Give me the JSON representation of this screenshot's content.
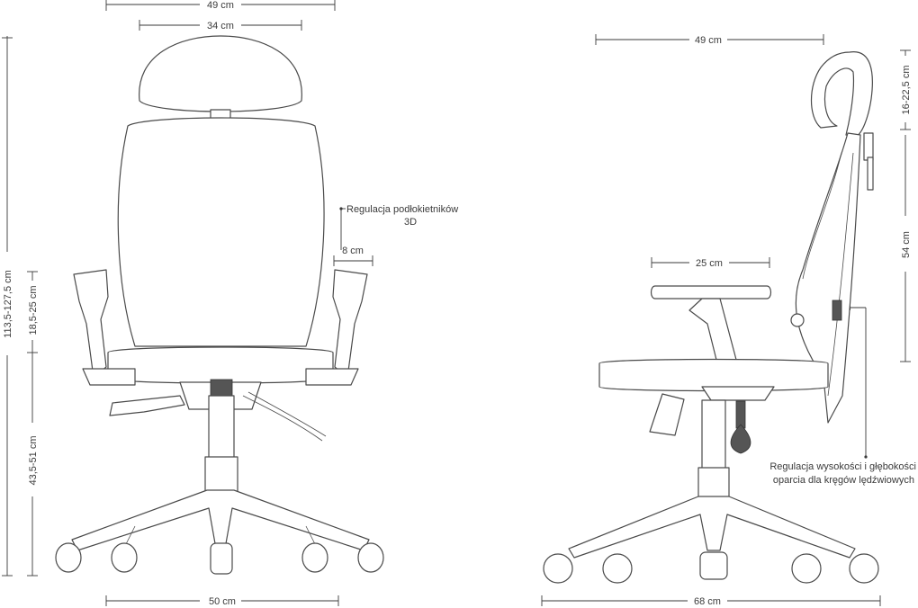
{
  "front_view": {
    "width_overall": "49 cm",
    "headrest_width": "34 cm",
    "base_width": "50 cm",
    "armrest_offset": "8 cm",
    "total_height": "113,5-127,5 cm",
    "armrest_height": "18,5-25 cm",
    "seat_height": "43,5-51 cm",
    "armrest_note_line1": "Regulacja podłokietników",
    "armrest_note_line2": "3D"
  },
  "side_view": {
    "depth_overall": "49 cm",
    "armrest_depth": "25 cm",
    "base_depth": "68 cm",
    "headrest_height": "16-22,5 cm",
    "backrest_height": "54 cm",
    "lumbar_note_line1": "Regulacja wysokości i głębokości",
    "lumbar_note_line2": "oparcia dla kręgów lędźwiowych"
  },
  "colors": {
    "line": "#3a3a3a",
    "outline": "#4a4a4a"
  }
}
